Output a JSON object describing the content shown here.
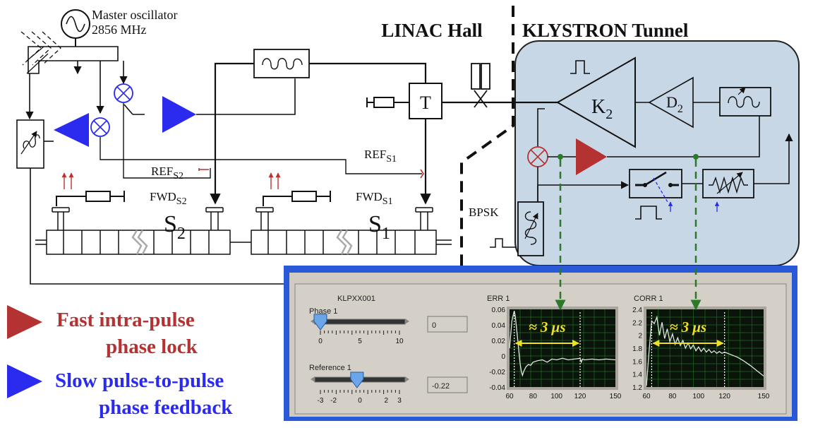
{
  "colors": {
    "fast_loop": "#b43232",
    "slow_loop": "#2b2bf0",
    "tunnel_fill": "#c8d7e6",
    "panel_border": "#2a59d8",
    "panel_bg": "#d4d0c8",
    "plot_bg": "#0a140a",
    "plot_grid": "#1f6a1f",
    "trace": "#dde6dd",
    "span_arrow": "#f0e020",
    "tap_line": "#2a7a2a"
  },
  "diagram": {
    "master_oscillator": "Master oscillator",
    "frequency": "2856 MHz",
    "linac_hall": "LINAC Hall",
    "klystron_tunnel": "KLYSTRON Tunnel",
    "t_label": "T",
    "klystron": {
      "base": "K",
      "sub": "2"
    },
    "driver": {
      "base": "D",
      "sub": "2"
    },
    "ref_s2": {
      "base": "REF",
      "sub": "S2"
    },
    "ref_s1": {
      "base": "REF",
      "sub": "S1"
    },
    "fwd_s2": {
      "base": "FWD",
      "sub": "S2"
    },
    "fwd_s1": {
      "base": "FWD",
      "sub": "S1"
    },
    "section_s2": {
      "base": "S",
      "sub": "2"
    },
    "section_s1": {
      "base": "S",
      "sub": "1"
    },
    "bpsk": "BPSK"
  },
  "legend": {
    "fast_line1": "Fast intra-pulse",
    "fast_line2": "phase lock",
    "slow_line1": "Slow pulse-to-pulse",
    "slow_line2": "phase feedback"
  },
  "panel": {
    "device": "KLPXX001",
    "phase_label": "Phase 1",
    "phase_value": "0",
    "phase_ticks": [
      "0",
      "5",
      "10"
    ],
    "reference_label": "Reference 1",
    "reference_value": "-0.22",
    "reference_ticks": [
      "-3",
      "-2",
      "0",
      "2",
      "3"
    ]
  },
  "chart_data": [
    {
      "type": "line",
      "title": "ERR 1",
      "xlim": [
        60,
        150
      ],
      "ylim": [
        -0.04,
        0.06
      ],
      "x_ticks": [
        "60",
        "80",
        "100",
        "120",
        "150"
      ],
      "y_ticks": [
        "-0.04",
        "-0.02",
        "0",
        "0.02",
        "0.04",
        "0.06"
      ],
      "annotation": "≈ 3 μs",
      "span_x": [
        64,
        120
      ],
      "series": [
        {
          "x": [
            60,
            62,
            64,
            65,
            66,
            67,
            68,
            69,
            70,
            71,
            72,
            74,
            76,
            78,
            80,
            84,
            88,
            92,
            96,
            100,
            105,
            110,
            115,
            120,
            121,
            122,
            124,
            130,
            136,
            142,
            150
          ],
          "y": [
            0.01,
            0.045,
            0.058,
            0.05,
            0.035,
            0.02,
            0.005,
            -0.01,
            -0.02,
            -0.025,
            -0.02,
            -0.014,
            -0.011,
            -0.012,
            -0.008,
            -0.006,
            -0.005,
            -0.008,
            -0.004,
            -0.005,
            -0.003,
            -0.005,
            -0.004,
            -0.003,
            -0.008,
            -0.004,
            -0.005,
            -0.004,
            -0.005,
            -0.004,
            -0.005
          ]
        }
      ]
    },
    {
      "type": "line",
      "title": "CORR 1",
      "xlim": [
        60,
        150
      ],
      "ylim": [
        1.2,
        2.4
      ],
      "x_ticks": [
        "60",
        "80",
        "100",
        "120",
        "150"
      ],
      "y_ticks": [
        "1.2",
        "1.4",
        "1.6",
        "1.8",
        "2",
        "2.2",
        "2.4"
      ],
      "annotation": "≈ 3 μs",
      "span_x": [
        64,
        120
      ],
      "series": [
        {
          "x": [
            60,
            62,
            64,
            66,
            68,
            70,
            72,
            74,
            76,
            78,
            80,
            82,
            84,
            86,
            88,
            90,
            92,
            94,
            96,
            98,
            100,
            102,
            104,
            106,
            108,
            110,
            112,
            114,
            116,
            118,
            120,
            125,
            130,
            135,
            140,
            145,
            150
          ],
          "y": [
            1.22,
            1.75,
            2.22,
            2.18,
            2.28,
            2.0,
            2.2,
            1.95,
            2.1,
            1.9,
            2.02,
            1.86,
            1.96,
            1.84,
            1.92,
            1.8,
            1.88,
            1.79,
            1.85,
            1.76,
            1.82,
            1.75,
            1.8,
            1.74,
            1.78,
            1.73,
            1.76,
            1.72,
            1.75,
            1.72,
            1.74,
            1.7,
            1.66,
            1.6,
            1.53,
            1.45,
            1.37
          ]
        }
      ]
    }
  ]
}
